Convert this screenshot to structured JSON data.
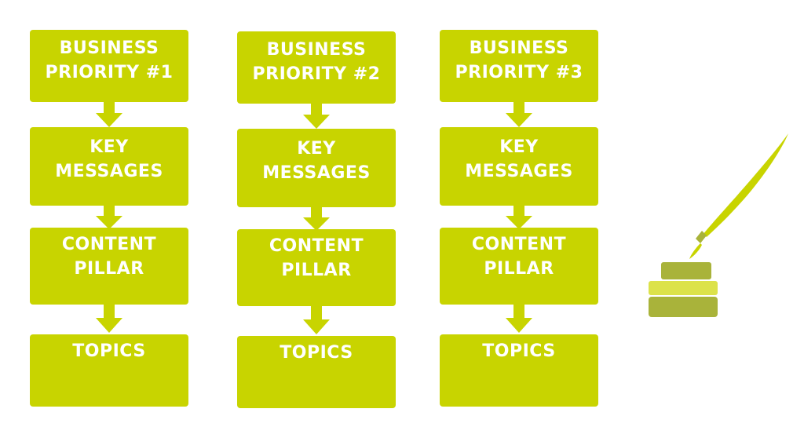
{
  "columns": [
    {
      "priority": "BUSINESS\nPRIORITY #1",
      "messages": "KEY\nMESSAGES",
      "pillar": "CONTENT\nPILLAR",
      "topics": "TOPICS"
    },
    {
      "priority": "BUSINESS\nPRIORITY #2",
      "messages": "KEY\nMESSAGES",
      "pillar": "CONTENT\nPILLAR",
      "topics": "TOPICS"
    },
    {
      "priority": "BUSINESS\nPRIORITY #3",
      "messages": "KEY\nMESSAGES",
      "pillar": "CONTENT\nPILLAR",
      "topics": "TOPICS"
    }
  ],
  "colors": {
    "box": "#c8d400",
    "text": "#ffffff",
    "arrow": "#c8d400",
    "ink_dark": "#a9b33a",
    "ink_light": "#dce24a"
  },
  "illustration": "paintbrush-and-ink-pot-icon"
}
